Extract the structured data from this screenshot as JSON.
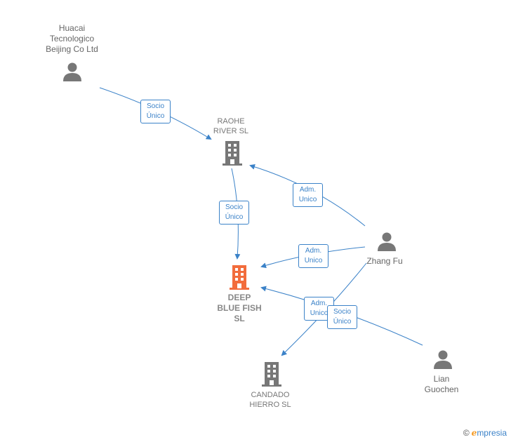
{
  "nodes": {
    "huacai": {
      "label": "Huacai\nTecnologico\nBeijing Co Ltd",
      "type": "person"
    },
    "raohe": {
      "label": "RAOHE\nRIVER  SL",
      "type": "company"
    },
    "deep": {
      "label": "DEEP\nBLUE FISH\nSL",
      "type": "company-focus"
    },
    "zhang": {
      "label": "Zhang Fu",
      "type": "person"
    },
    "candado": {
      "label": "CANDADO\nHIERRO SL",
      "type": "company"
    },
    "lian": {
      "label": "Lian\nGuochen",
      "type": "person"
    }
  },
  "edges": {
    "huacai_raohe": "Socio\nÚnico",
    "raohe_deep": "Socio\nÚnico",
    "zhang_raohe": "Adm.\nUnico",
    "zhang_deep": "Adm.\nUnico",
    "zhang_candado": "Adm.\nUnico",
    "lian_deep": "Socio\nÚnico"
  },
  "colors": {
    "edge": "#3b82c8",
    "icon": "#777777",
    "focus": "#f26c3c"
  },
  "footer": {
    "copyright": "©",
    "brand_initial": "e",
    "brand_rest": "mpresia"
  }
}
